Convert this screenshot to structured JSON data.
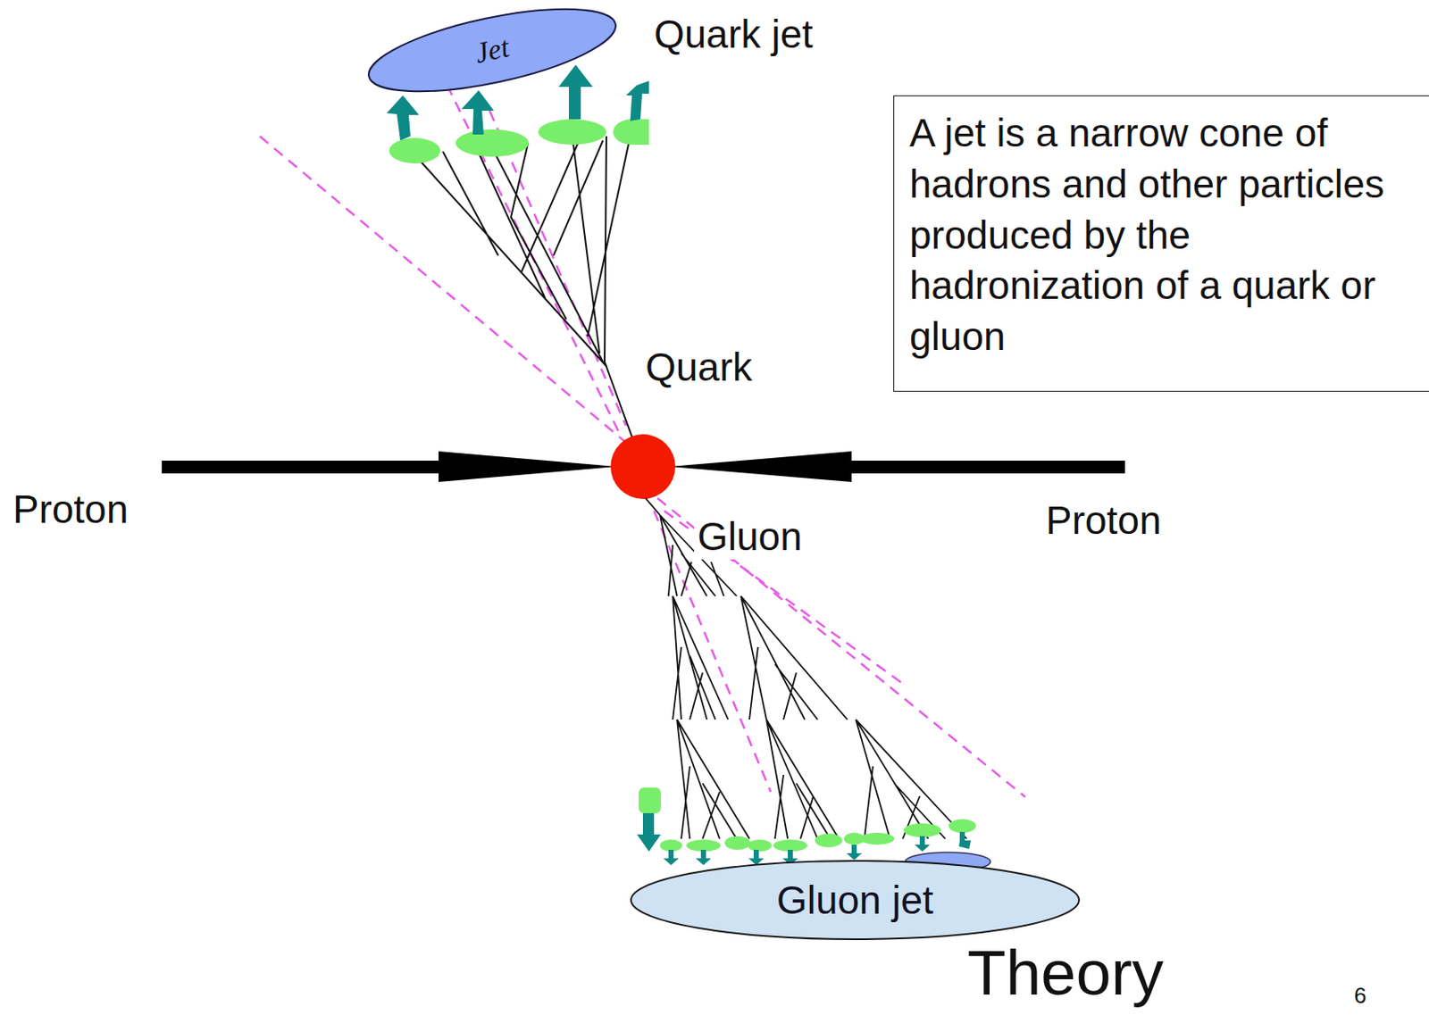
{
  "diagram": {
    "nodes": [
      {
        "text": [
          "Jet"
        ]
      },
      {
        "text": [
          "A jet is a narrow cone of hadrons and other particles produced by the hadronization of a quark or gluon"
        ]
      },
      {
        "text": [
          "Gluon jet"
        ]
      }
    ],
    "labels": [
      "Quark jet",
      "Quark",
      "Proton",
      "Gluon",
      "Proton",
      "Theory",
      "6"
    ]
  }
}
